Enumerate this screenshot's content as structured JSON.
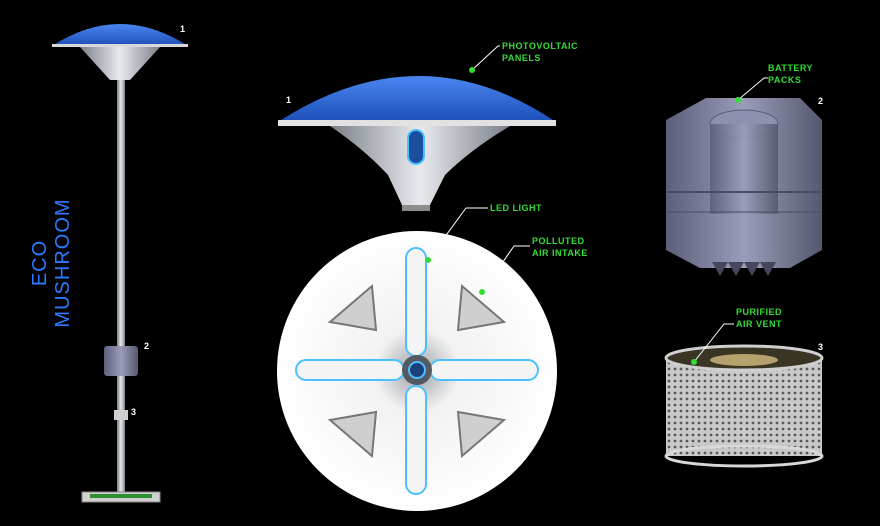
{
  "title": "ECO MUSHROOM",
  "callouts": {
    "photovoltaic": "PHOTOVOLTAIC\nPANELS",
    "battery": "BATTERY\nPACKS",
    "led": "LED LIGHT",
    "polluted": "POLLUTED\nAIR INTAKE",
    "purified": "PURIFIED\nAIR VENT"
  },
  "numbers": {
    "pole_top": "1",
    "pole_mid": "2",
    "pole_low": "3",
    "canopy": "1",
    "battery": "2",
    "vent": "3"
  },
  "colors": {
    "background": "#000000",
    "title": "#2a7bff",
    "callout": "#33dd33",
    "panel": "#2f6fe0"
  }
}
